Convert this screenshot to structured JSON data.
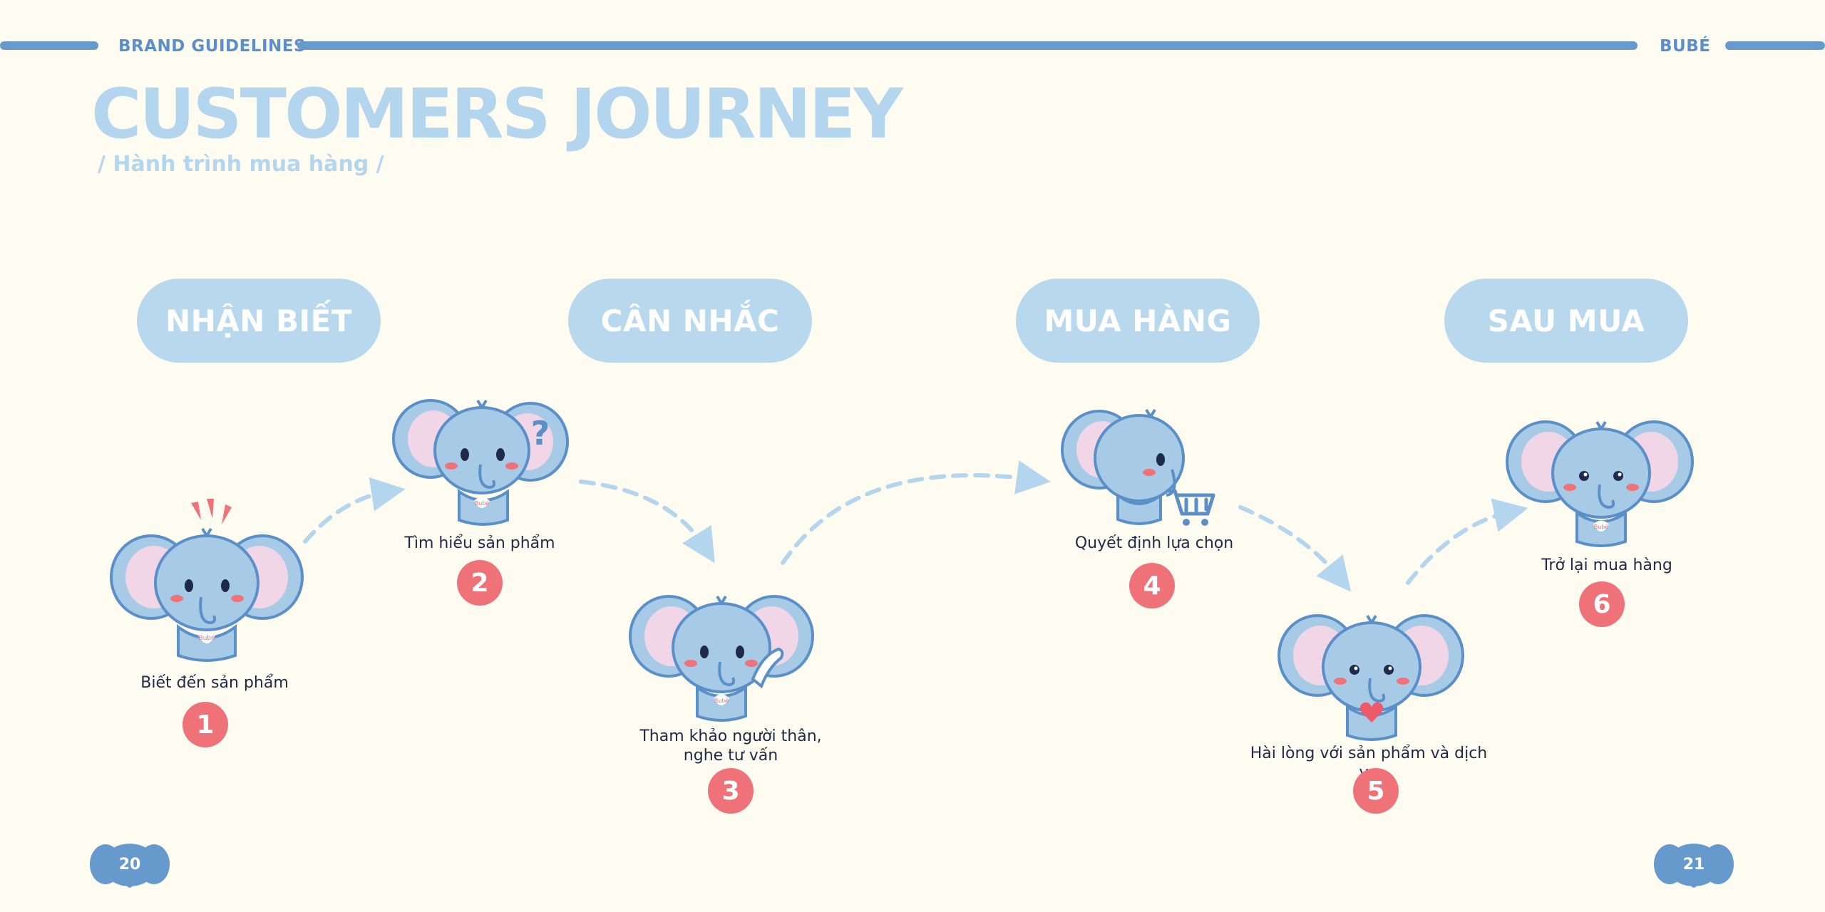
{
  "header": {
    "left_label": "BRAND GUIDELINES",
    "right_label": "BUBÉ"
  },
  "title": "CUSTOMERS JOURNEY",
  "subtitle": "/ Hành trình mua hàng /",
  "stages": [
    {
      "label": "NHẬN BIẾT"
    },
    {
      "label": "CÂN NHẮC"
    },
    {
      "label": "MUA HÀNG"
    },
    {
      "label": "SAU MUA"
    }
  ],
  "steps": [
    {
      "number": "1",
      "caption": "Biết đến sản phẩm",
      "icon": "elephant-surprised-icon"
    },
    {
      "number": "2",
      "caption": "Tìm hiểu sản phẩm",
      "icon": "elephant-question-icon"
    },
    {
      "number": "3",
      "caption_line1": "Tham khảo người thân,",
      "caption_line2": "nghe tư vấn",
      "icon": "elephant-phone-icon"
    },
    {
      "number": "4",
      "caption": "Quyết định lựa chọn",
      "icon": "elephant-cart-icon"
    },
    {
      "number": "5",
      "caption": "Hài lòng với sản phẩm và dịch vụ",
      "icon": "elephant-heart-icon"
    },
    {
      "number": "6",
      "caption": "Trở lại mua hàng",
      "icon": "elephant-happy-icon"
    }
  ],
  "logo_text": "Bubé",
  "pages": {
    "left": "20",
    "right": "21"
  },
  "colors": {
    "background": "#fefcf0",
    "accent_blue": "#6699cc",
    "light_blue": "#b8d8ee",
    "badge_red": "#ef7278",
    "ear_pink": "#f0d6e6"
  }
}
